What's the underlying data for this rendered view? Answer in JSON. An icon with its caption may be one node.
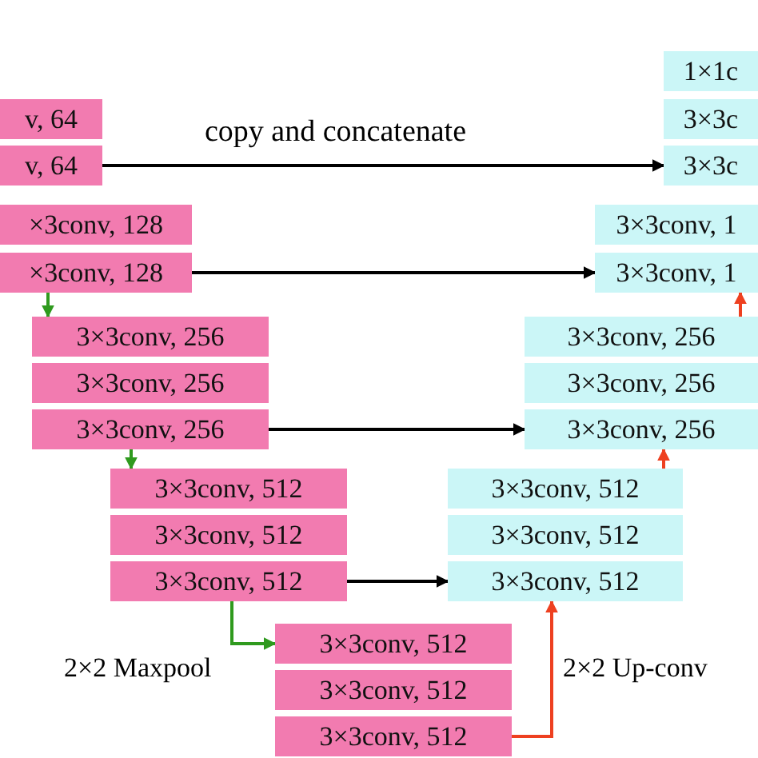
{
  "diagram": {
    "nodes": [
      {
        "text": [
          "v, 64"
        ]
      },
      {
        "text": [
          "v, 64"
        ]
      },
      {
        "text": [
          "×3conv, 128"
        ]
      },
      {
        "text": [
          "×3conv, 128"
        ]
      },
      {
        "text": [
          "3×3conv, 256"
        ]
      },
      {
        "text": [
          "3×3conv, 256"
        ]
      },
      {
        "text": [
          "3×3conv, 256"
        ]
      },
      {
        "text": [
          "3×3conv, 512"
        ]
      },
      {
        "text": [
          "3×3conv, 512"
        ]
      },
      {
        "text": [
          "3×3conv, 512"
        ]
      },
      {
        "text": [
          "3×3conv, 512"
        ]
      },
      {
        "text": [
          "3×3conv, 512"
        ]
      },
      {
        "text": [
          "3×3conv, 512"
        ]
      },
      {
        "text": [
          "1×1c"
        ]
      },
      {
        "text": [
          "3×3c"
        ]
      },
      {
        "text": [
          "3×3c"
        ]
      },
      {
        "text": [
          "3×3conv, 1"
        ]
      },
      {
        "text": [
          "3×3conv, 1"
        ]
      },
      {
        "text": [
          "3×3conv, 256"
        ]
      },
      {
        "text": [
          "3×3conv, 256"
        ]
      },
      {
        "text": [
          "3×3conv, 256"
        ]
      },
      {
        "text": [
          "3×3conv, 512"
        ]
      },
      {
        "text": [
          "3×3conv, 512"
        ]
      },
      {
        "text": [
          "3×3conv, 512"
        ]
      }
    ],
    "edges": [
      {
        "from": 1,
        "to": 15,
        "arrow": "to",
        "label": "copy and concatenate"
      },
      {
        "from": 3,
        "to": 17,
        "arrow": "to"
      },
      {
        "from": 6,
        "to": 20,
        "arrow": "to"
      },
      {
        "from": 9,
        "to": 23,
        "arrow": "to"
      },
      {
        "from": 3,
        "to": 4,
        "arrow": "to",
        "color": "#2f9a1e"
      },
      {
        "from": 6,
        "to": 7,
        "arrow": "to",
        "color": "#2f9a1e"
      },
      {
        "from": 9,
        "to": 10,
        "arrow": "to",
        "color": "#2f9a1e"
      },
      {
        "from": 12,
        "to": 23,
        "arrow": "to",
        "color": "#ee4020"
      },
      {
        "from": 21,
        "to": 20,
        "arrow": "to",
        "color": "#ee4020"
      },
      {
        "from": 18,
        "to": 17,
        "arrow": "to",
        "color": "#ee4020"
      }
    ],
    "labels": [
      "2×2 Maxpool",
      "2×2 Up-conv"
    ]
  }
}
